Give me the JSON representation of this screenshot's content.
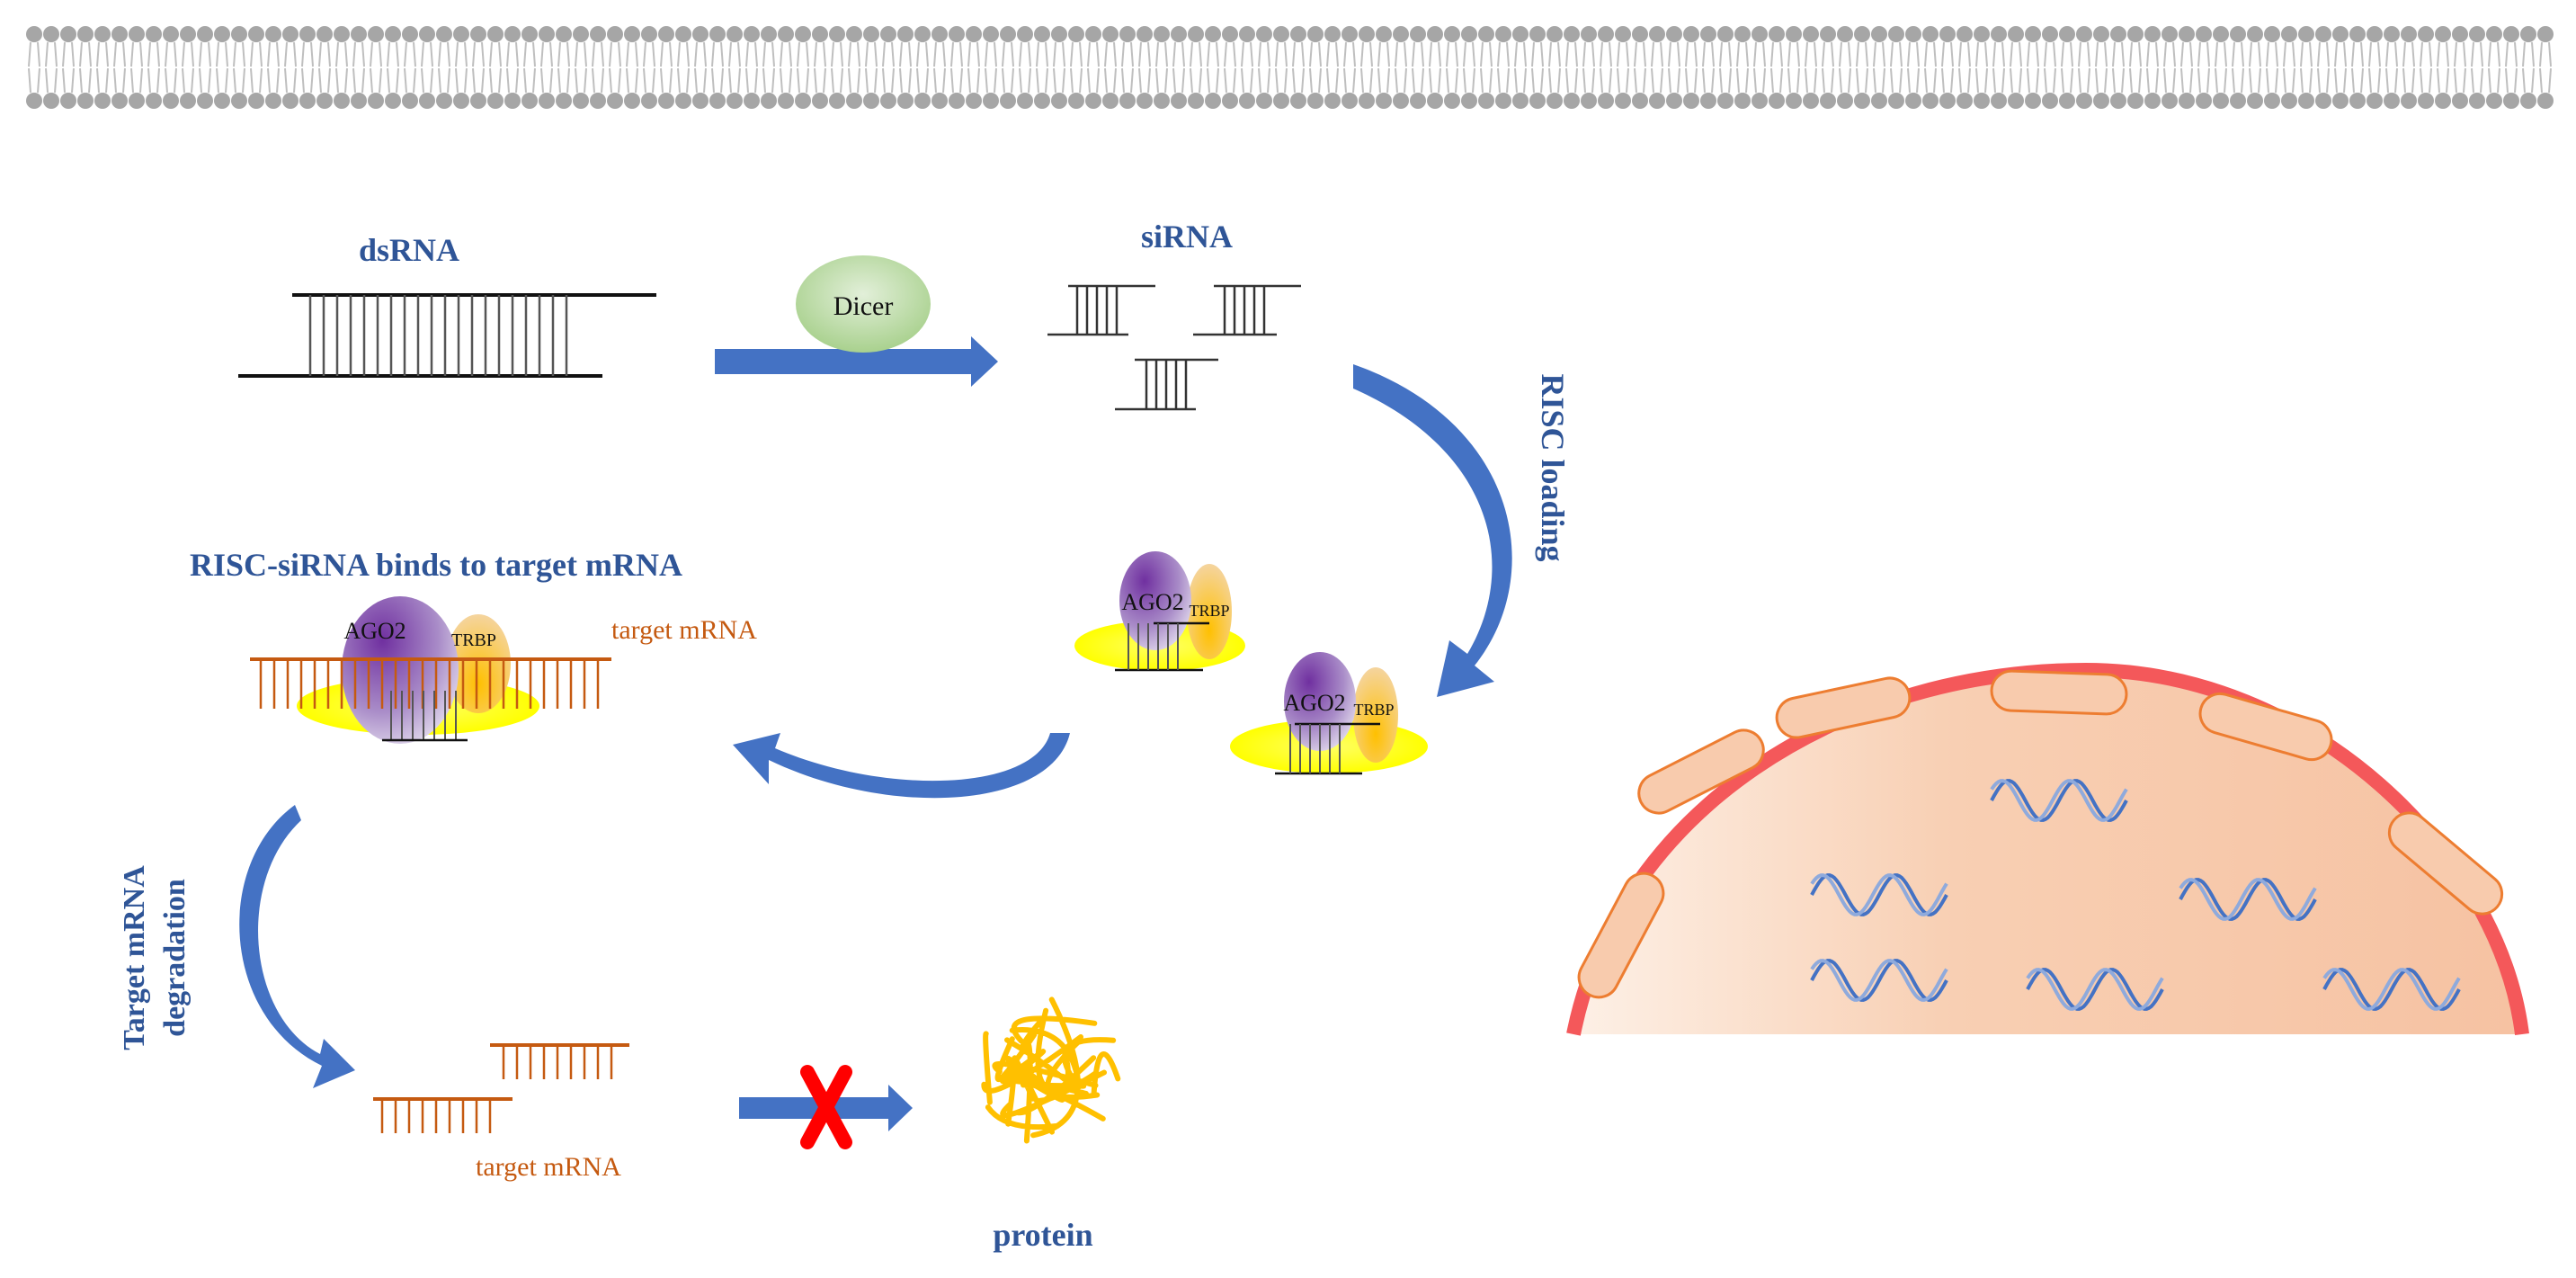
{
  "labels": {
    "dsrna": "dsRNA",
    "dicer": "Dicer",
    "sirna": "siRNA",
    "risc_loading": "RISC loading",
    "risc_binds": "RISC-siRNA binds to target mRNA",
    "target_mrna_top": "target mRNA",
    "ago2": "AGO2",
    "trbp": "TRBP",
    "degradation_line1": "Target mRNA",
    "degradation_line2": "degradation",
    "target_mrna_bottom": "target mRNA",
    "protein": "protein"
  },
  "colors": {
    "title_blue": "#2f5597",
    "arrow_blue": "#4472c4",
    "mrna_orange": "#c55a11",
    "ago2_purple": "#7030a0",
    "trbp_gold": "#f4b183",
    "risc_yellow": "#ffff00",
    "dicer_green": "#a9d18e",
    "cross_red": "#ff0000",
    "protein_yellow": "#ffc000",
    "cell_red": "#f4585a",
    "cell_fill": "#f8cbad"
  }
}
